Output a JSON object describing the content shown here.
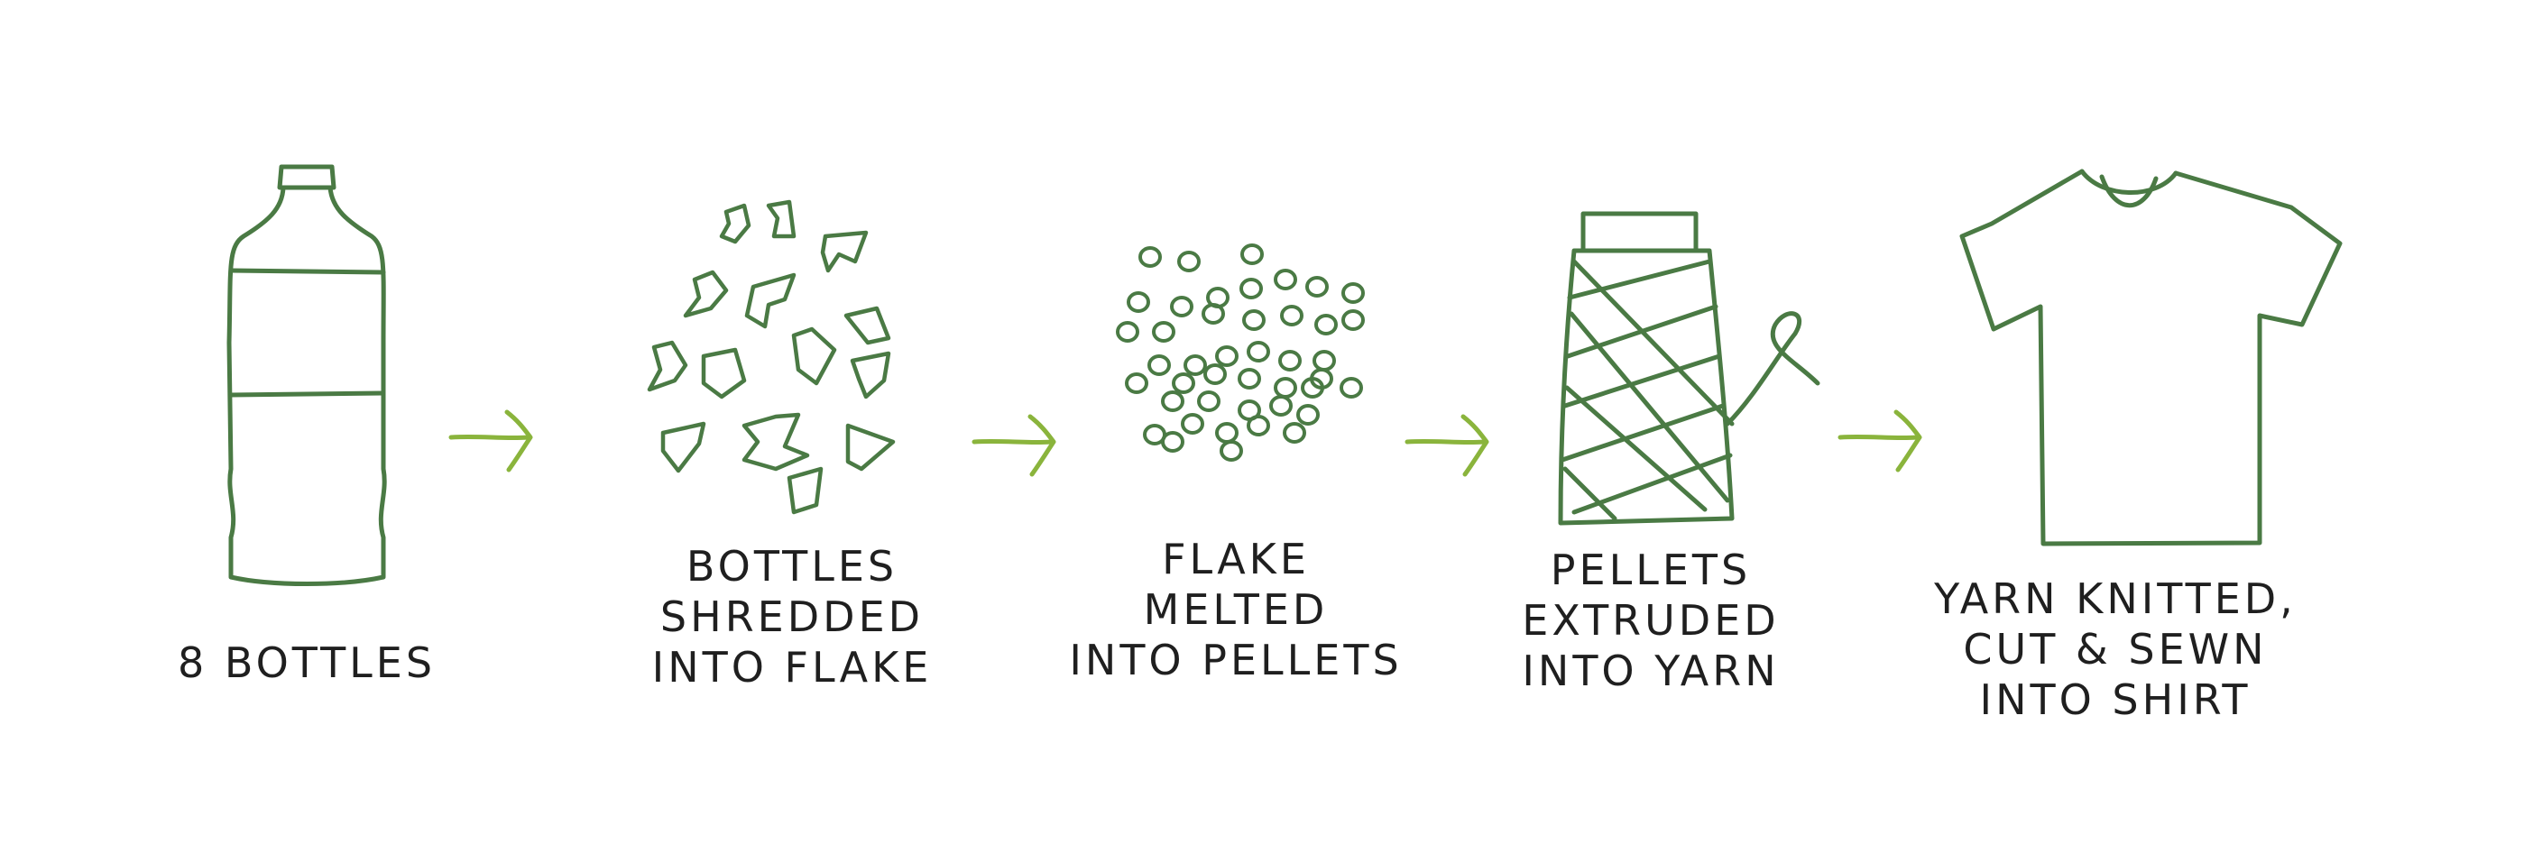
{
  "colors": {
    "line": "#4a7a44",
    "arrow": "#8ab43c",
    "text": "#1f1f1f",
    "background": "#ffffff"
  },
  "steps": [
    {
      "icon": "plastic-bottle-icon",
      "lines": [
        "8 BOTTLES"
      ]
    },
    {
      "icon": "plastic-flakes-icon",
      "lines": [
        "BOTTLES",
        "SHREDDED",
        "INTO FLAKE"
      ]
    },
    {
      "icon": "plastic-pellets-icon",
      "lines": [
        "FLAKE",
        "MELTED",
        "INTO PELLETS"
      ]
    },
    {
      "icon": "yarn-spool-icon",
      "lines": [
        "PELLETS",
        "EXTRUDED",
        "INTO YARN"
      ]
    },
    {
      "icon": "t-shirt-icon",
      "lines": [
        "YARN KNITTED,",
        "CUT & SEWN",
        "INTO SHIRT"
      ]
    }
  ],
  "arrows": [
    {
      "icon": "arrow-right-icon"
    },
    {
      "icon": "arrow-right-icon"
    },
    {
      "icon": "arrow-right-icon"
    },
    {
      "icon": "arrow-right-icon"
    }
  ]
}
